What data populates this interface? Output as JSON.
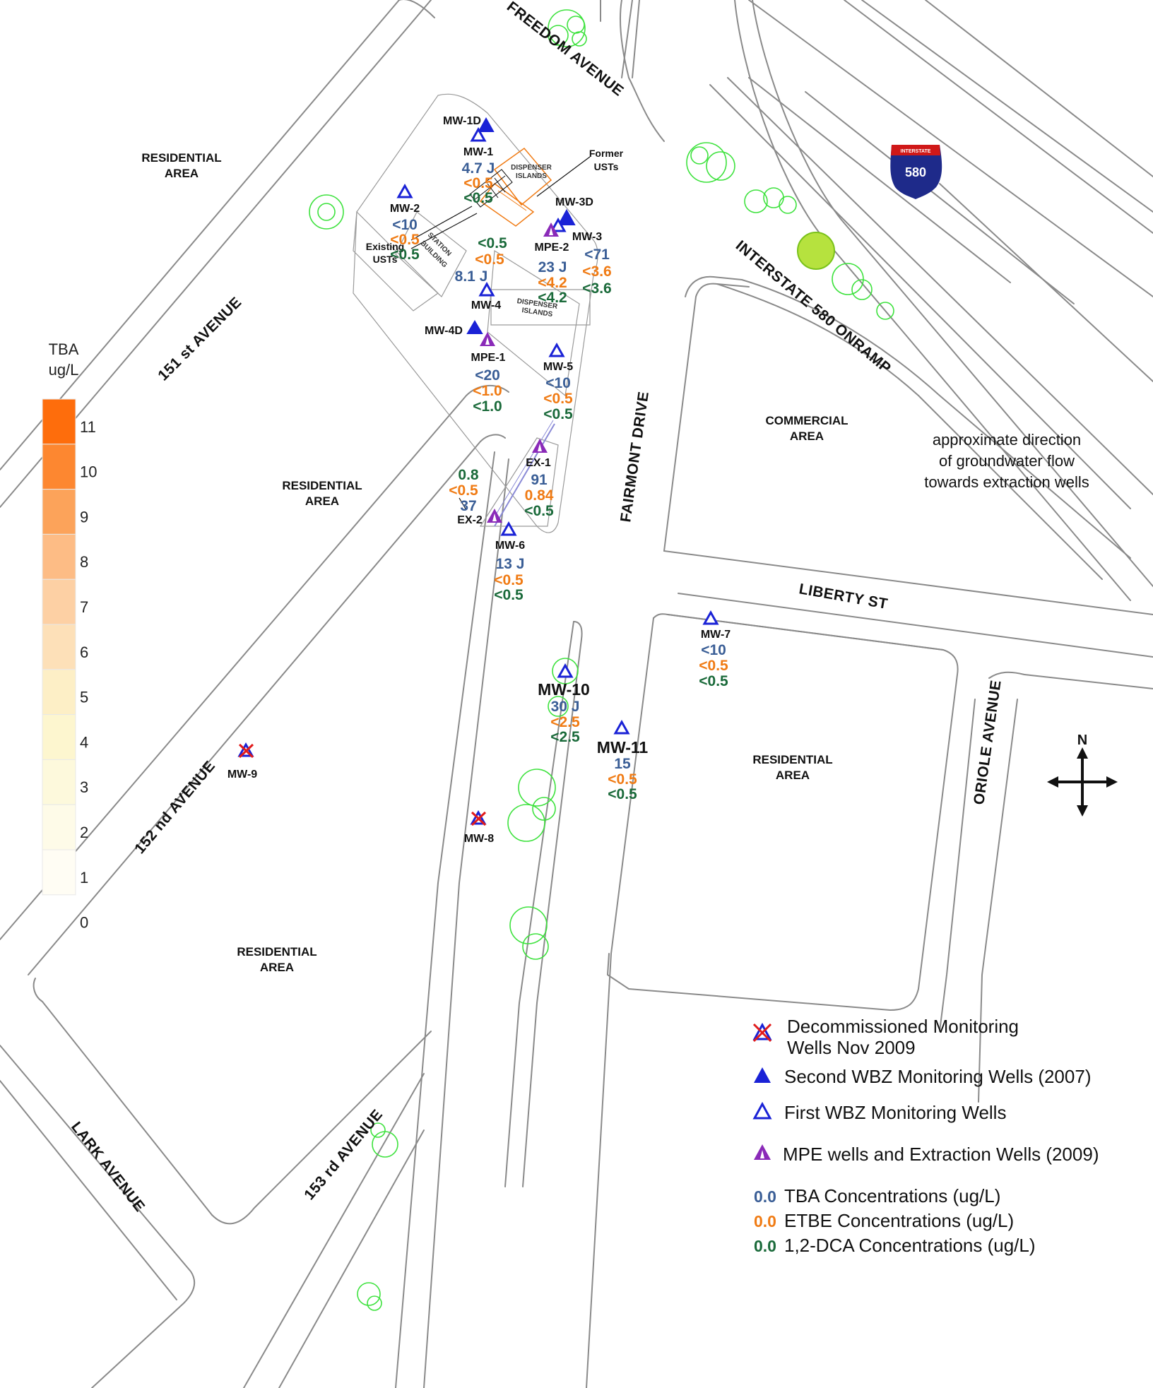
{
  "streets": {
    "freedom": "FREEDOM AVENUE",
    "i580_onramp": "INTERSTATE 580 ONRAMP",
    "ave151": "151 st AVENUE",
    "fairmont": "FAIRMONT DRIVE",
    "liberty": "LIBERTY ST",
    "oriole": "ORIOLE AVENUE",
    "ave152": "152 nd AVENUE",
    "ave153": "153 rd AVENUE",
    "lark": "LARK AVENUE"
  },
  "areas": {
    "res_nw_1": "RESIDENTIAL",
    "res_nw_2": "AREA",
    "res_w_1": "RESIDENTIAL",
    "res_w_2": "AREA",
    "comm_1": "COMMERCIAL",
    "comm_2": "AREA",
    "res_e_1": "RESIDENTIAL",
    "res_e_2": "AREA",
    "res_sw_1": "RESIDENTIAL",
    "res_sw_2": "AREA"
  },
  "shield": {
    "top": "INTERSTATE",
    "number": "580"
  },
  "site": {
    "dispenser_top_1": "DISPENSER",
    "dispenser_top_2": "ISLANDS",
    "dispenser_bot_1": "DISPENSER",
    "dispenser_bot_2": "ISLANDS",
    "station_1": "STATION",
    "station_2": "BUILDING",
    "former_1": "Former",
    "former_2": "USTs",
    "existing_1": "Existing",
    "existing_2": "USTs"
  },
  "wells": {
    "mw1d": "MW-1D",
    "mw1": {
      "label": "MW-1",
      "tba": "4.7 J",
      "etbe": "<0.5",
      "dca": "<0.5"
    },
    "mw2": {
      "label": "MW-2",
      "tba": "<10",
      "etbe": "<0.5",
      "dca": "<0.5"
    },
    "mw3d": "MW-3D",
    "mpe2": {
      "label": "MPE-2",
      "dca": "<0.5",
      "etbe": "<0.5",
      "tba": "23 J",
      "etbe2": "<4.2",
      "dca2": "<4.2"
    },
    "mw3": {
      "label": "MW-3",
      "tba": "<71",
      "etbe": "<3.6",
      "dca": "<3.6"
    },
    "mw4": {
      "label": "MW-4",
      "tba": "8.1 J"
    },
    "mw4d": "MW-4D",
    "mpe1": {
      "label": "MPE-1",
      "tba": "<20",
      "etbe": "<1.0",
      "dca": "<1.0"
    },
    "mw5": {
      "label": "MW-5",
      "tba": "<10",
      "etbe": "<0.5",
      "dca": "<0.5"
    },
    "ex1": {
      "label": "EX-1",
      "tba": "91",
      "etbe": "0.84",
      "dca": "<0.5"
    },
    "ex2": {
      "label": "EX-2",
      "dca": "0.8",
      "etbe": "<0.5",
      "tba": "37"
    },
    "mw6": {
      "label": "MW-6",
      "tba": "13 J",
      "etbe": "<0.5",
      "dca": "<0.5"
    },
    "mw7": {
      "label": "MW-7",
      "tba": "<10",
      "etbe": "<0.5",
      "dca": "<0.5"
    },
    "mw10": {
      "label": "MW-10",
      "tba": "30 J",
      "etbe": "<2.5",
      "dca": "<2.5"
    },
    "mw11": {
      "label": "MW-11",
      "tba": "15",
      "etbe": "<0.5",
      "dca": "<0.5"
    },
    "mw9": "MW-9",
    "mw8": "MW-8"
  },
  "scale": {
    "title_1": "TBA",
    "title_2": "ug/L",
    "ticks": [
      "11",
      "10",
      "9",
      "8",
      "7",
      "6",
      "5",
      "4",
      "3",
      "2",
      "1",
      "0"
    ],
    "colors": [
      "#fe6d0c",
      "#fd8730",
      "#fca35a",
      "#fdbc85",
      "#fdd0a4",
      "#fde0b8",
      "#fdefc6",
      "#fdf6cf",
      "#fdf9dc",
      "#fefbe8",
      "#fffdf4"
    ]
  },
  "groundwater_note": [
    "approximate direction",
    "of groundwater flow",
    "towards extraction wells"
  ],
  "compass": "N",
  "legend": {
    "decommissioned_1": "Decommissioned Monitoring",
    "decommissioned_2": "Wells Nov 2009",
    "second_wbz": "Second WBZ Monitoring Wells (2007)",
    "first_wbz": "First WBZ Monitoring Wells",
    "mpe": "MPE wells and Extraction Wells (2009)",
    "sample_value": "0.0",
    "tba": "TBA Concentrations (ug/L)",
    "etbe": "ETBE Concentrations (ug/L)",
    "dca": "1,2-DCA Concentrations (ug/L)"
  },
  "colors": {
    "tba": "#3a5e96",
    "etbe": "#f07b14",
    "dca": "#1a6a3a",
    "well_blue": "#1a22d6",
    "mpe_purple": "#8a2ab8",
    "decommission_red": "#e11b1b",
    "tree_green": "#3ee23e"
  }
}
